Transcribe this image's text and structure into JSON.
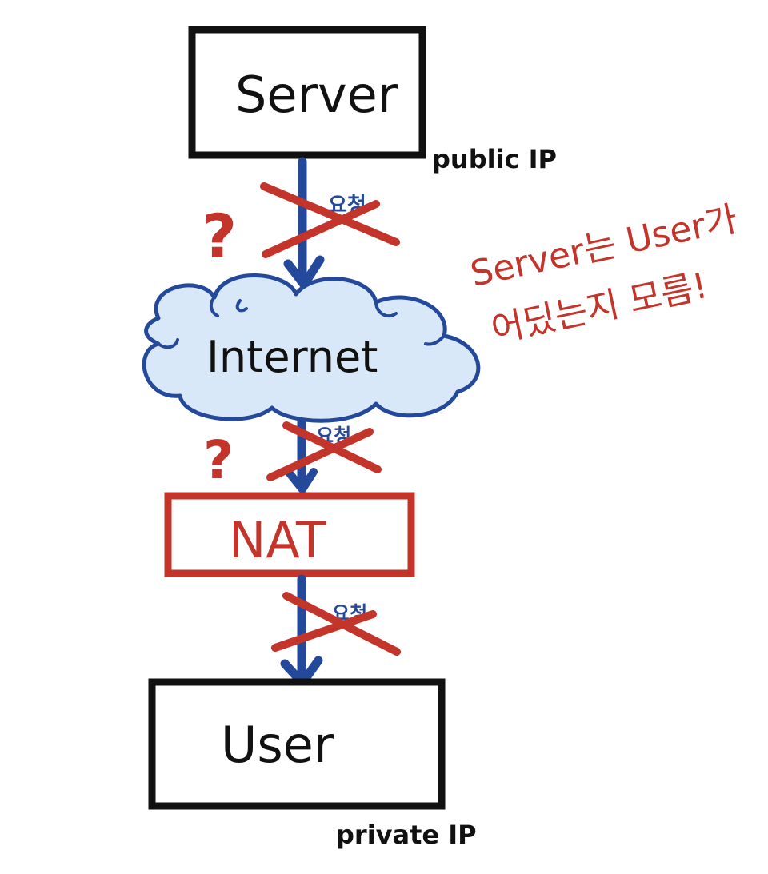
{
  "nodes": {
    "server": {
      "label": "Server",
      "ip_label": "public IP"
    },
    "internet": {
      "label": "Internet"
    },
    "nat": {
      "label": "NAT"
    },
    "user": {
      "label": "User",
      "ip_label": "private IP"
    }
  },
  "annotations": {
    "note_line1": "Server는 User가",
    "note_line2": "어딨는지 모름!",
    "question_mark": "?",
    "request_label": "요청"
  },
  "colors": {
    "box_black": "#111111",
    "nat_red": "#c3342b",
    "arrow_blue": "#24489a",
    "cloud_fill": "#d8e8f8",
    "cloud_stroke": "#24489a",
    "annotation_red": "#c3342b"
  }
}
